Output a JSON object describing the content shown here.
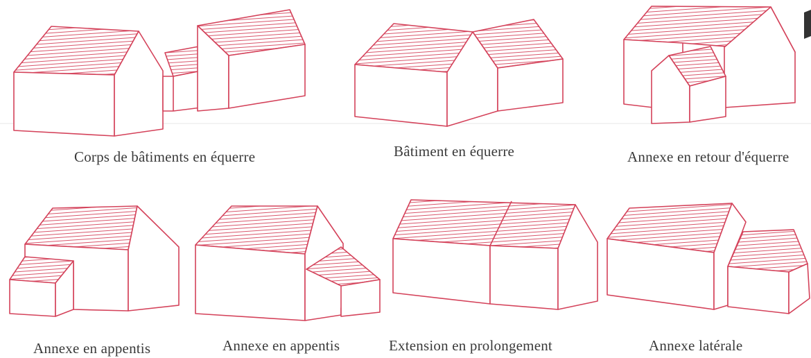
{
  "colors": {
    "outline": "#d4425a",
    "caption": "#3a3a3a",
    "background": "#ffffff"
  },
  "captions": {
    "corps_batiments_equerre": "Corps de bâtiments en équerre",
    "batiment_equerre": "Bâtiment en équerre",
    "annexe_retour_equerre": "Annexe en retour d'équerre",
    "annexe_appentis_1": "Annexe en appentis",
    "annexe_appentis_2": "Annexe en appentis",
    "extension_prolongement": "Extension en prolongement",
    "annexe_laterale": "Annexe latérale"
  }
}
